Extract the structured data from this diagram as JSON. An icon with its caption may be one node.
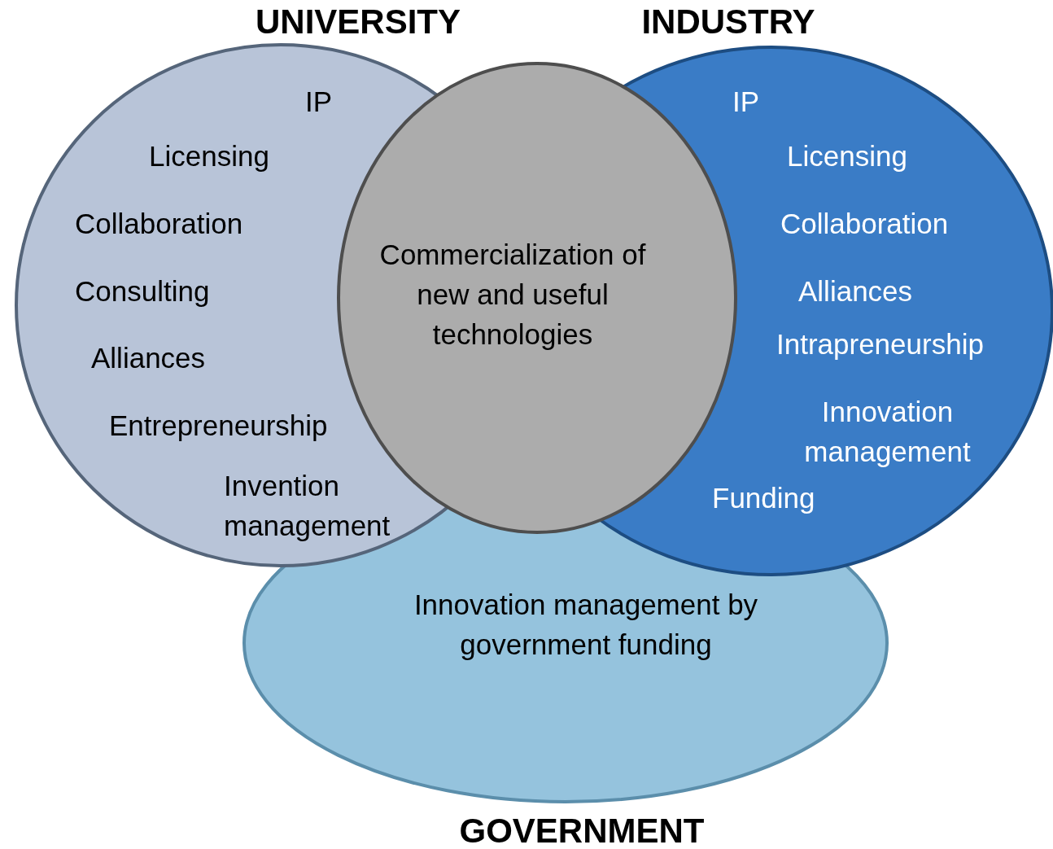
{
  "diagram": {
    "nodes": [
      {
        "text": [
          "UNIVERSITY",
          "IP",
          "Licensing",
          "Collaboration",
          "Consulting",
          "Alliances",
          "Entrepreneurship",
          "Invention management"
        ]
      },
      {
        "text": [
          "INDUSTRY",
          "IP",
          "Licensing",
          "Collaboration",
          "Alliances",
          "Intrapreneurship",
          "Innovation management",
          "Funding"
        ]
      },
      {
        "text": [
          "Commercialization of new and useful technologies"
        ]
      },
      {
        "text": [
          "Innovation management by government funding",
          "GOVERNMENT"
        ]
      }
    ],
    "edges": []
  }
}
